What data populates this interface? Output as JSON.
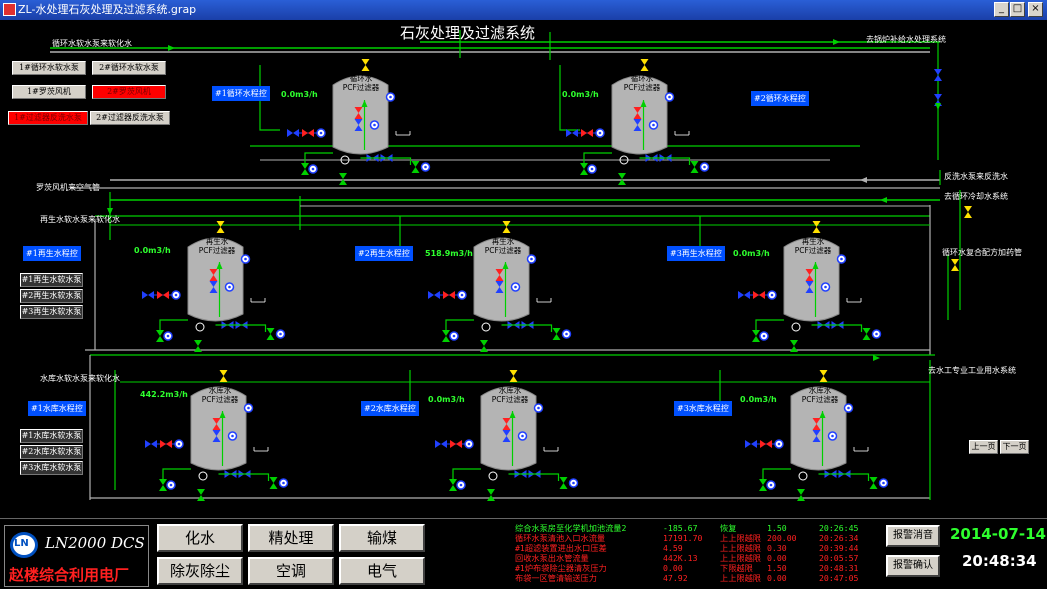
{
  "window": {
    "title": "ZL-水处理石灰处理及过滤系统.grap",
    "minimize": "_",
    "maximize": "□",
    "close": "×"
  },
  "main_title": "石灰处理及过滤系统",
  "pipe_labels": {
    "top_left": "循环水软水泵来软化水",
    "top_right": "去锅炉补给水处理系统",
    "lime_fan": "罗茨风机来空气管",
    "backwash": "反洗水泵来反洗水",
    "to_cooling": "去循环冷却水系统",
    "regen_left": "再生水软水泵来软化水",
    "dosing": "循环水复合配方加药管",
    "reservoir_left": "水库水软水泵来软化水",
    "industrial": "去水工专业工业用水系统"
  },
  "pump_buttons": [
    {
      "label": "1#循环水软水泵",
      "style": "gray"
    },
    {
      "label": "2#循环水软水泵",
      "style": "gray"
    },
    {
      "label": "1#罗茨风机",
      "style": "gray"
    },
    {
      "label": "2#罗茨风机",
      "style": "red"
    },
    {
      "label": "1#过滤器反洗水泵",
      "style": "red"
    },
    {
      "label": "2#过滤器反洗水泵",
      "style": "gray"
    }
  ],
  "regen_pumps": [
    "#1再生水软水泵",
    "#2再生水软水泵",
    "#3再生水软水泵"
  ],
  "reservoir_pumps": [
    "#1水库水软水泵",
    "#2水库水软水泵",
    "#3水库水软水泵"
  ],
  "controls": {
    "circ1": "#1循环水程控",
    "circ2": "#2循环水程控",
    "regen1": "#1再生水程控",
    "regen2": "#2再生水程控",
    "regen3": "#3再生水程控",
    "res1": "#1水库水程控",
    "res2": "#2水库水程控",
    "res3": "#3水库水程控"
  },
  "flows": {
    "circ1": "0.0m3/h",
    "circ2": "0.0m3/h",
    "regen1": "0.0m3/h",
    "regen2": "518.9m3/h",
    "regen3": "0.0m3/h",
    "res1": "442.2m3/h",
    "res2": "0.0m3/h",
    "res3": "0.0m3/h"
  },
  "tanks": {
    "circ": {
      "line1": "循环水",
      "line2": "PCF过滤器"
    },
    "regen": {
      "line1": "再生水",
      "line2": "PCF过滤器"
    },
    "res": {
      "line1": "水库水",
      "line2": "PCF过滤器"
    }
  },
  "page_nav": {
    "prev": "上一页",
    "next": "下一页"
  },
  "footer": {
    "logo_mark": "LN",
    "system_name": "LN2000 DCS",
    "plant_name": "赵楼综合利用电厂",
    "nav": [
      "化水",
      "精处理",
      "输煤",
      "除灰除尘",
      "空调",
      "电气"
    ],
    "ack_sound": "报警消音",
    "ack_confirm": "报警确认",
    "date": "2014-07-14",
    "time": "20:48:34"
  },
  "alarms": [
    {
      "desc": "综合水泵房至化学机加池流量2",
      "value": "-185.67",
      "state": "恢复",
      "limit": "1.50",
      "time": "20:26:45",
      "color": "#2eff2e"
    },
    {
      "desc": "循环水泵清池入口水流量",
      "value": "17191.70",
      "state": "上上限越限",
      "limit": "200.00",
      "time": "20:26:34",
      "color": "#ff2020"
    },
    {
      "desc": "#1超滤装置进出水口压差",
      "value": "4.59",
      "state": "上上限越限",
      "limit": "0.30",
      "time": "20:39:44",
      "color": "#ff2020"
    },
    {
      "desc": "回收水泵出水管流量",
      "value": "442K.13",
      "state": "上上限越限",
      "limit": "0.00",
      "time": "20:05:57",
      "color": "#ff2020"
    },
    {
      "desc": "#1炉布袋除尘器清灰压力",
      "value": "0.00",
      "state": "下限越限",
      "limit": "1.50",
      "time": "20:48:31",
      "color": "#ff2020"
    },
    {
      "desc": "布袋一区管清输送压力",
      "value": "47.92",
      "state": "上上限越限",
      "limit": "0.00",
      "time": "20:47:05",
      "color": "#ff2020"
    }
  ],
  "colors": {
    "pipe": "#00d000",
    "pipe_gray": "#b0b0b0",
    "valve_blue": "#2040ff",
    "valve_red": "#ff2020",
    "valve_green": "#00d000",
    "valve_yellow": "#ffe000",
    "tank": "#b4b4b4"
  }
}
